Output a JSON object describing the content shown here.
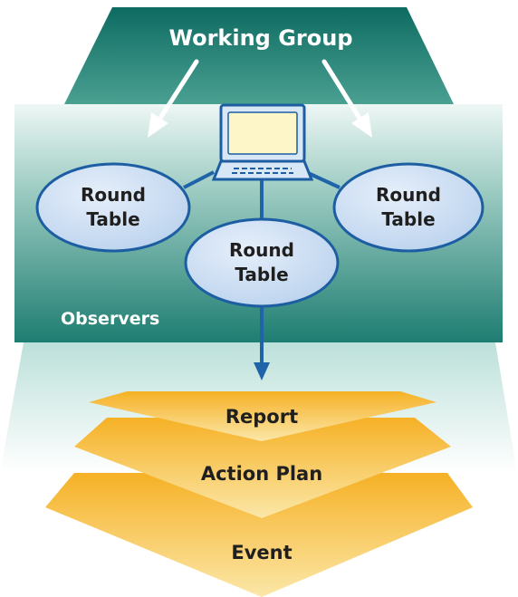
{
  "diagram": {
    "title": "Working Group",
    "observers_label": "Observers",
    "computer_icon": "laptop-icon",
    "round_tables": [
      {
        "line1": "Round",
        "line2": "Table"
      },
      {
        "line1": "Round",
        "line2": "Table"
      },
      {
        "line1": "Round",
        "line2": "Table"
      }
    ],
    "outputs": [
      "Report",
      "Action Plan",
      "Event"
    ],
    "colors": {
      "teal_dark": "#0e6b62",
      "teal_light": "#bfe0da",
      "ellipse_fill": "#c9dcf2",
      "ellipse_stroke": "#1d5ea3",
      "connector": "#1f64a8",
      "chevron_top": "#f6b126",
      "chevron_bottom": "#fbe7a8",
      "text_dark": "#1f1f1f",
      "text_white": "#ffffff"
    }
  }
}
